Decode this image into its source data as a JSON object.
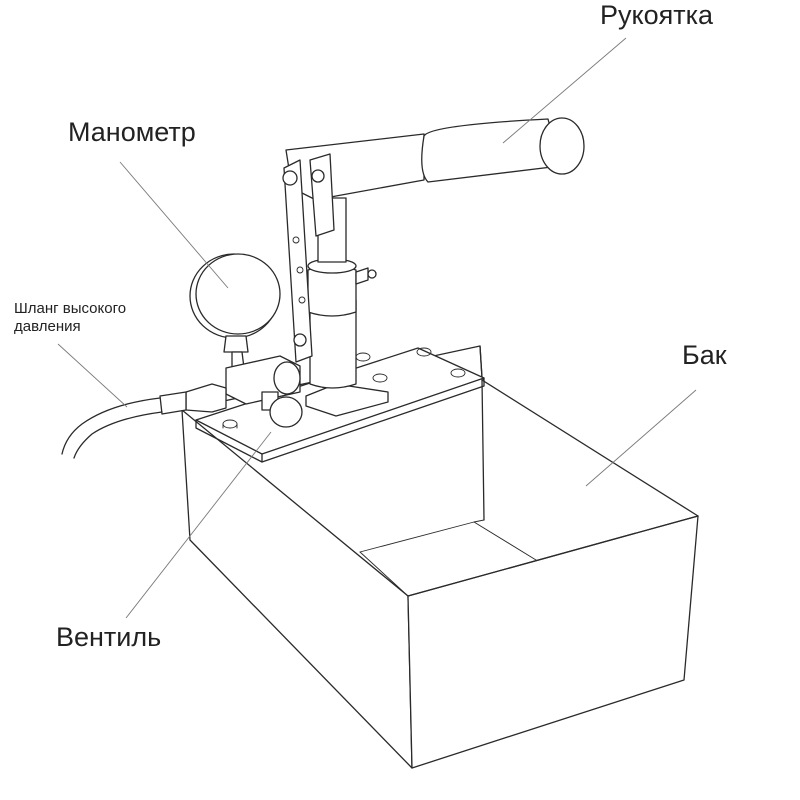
{
  "labels": {
    "handle": "Рукоятка",
    "gauge": "Манометр",
    "hose_line1": "Шланг высокого",
    "hose_line2": "давления",
    "tank": "Бак",
    "valve": "Вентиль"
  },
  "colors": {
    "line": "#2a2a2a",
    "leader": "#7a7a7a",
    "background": "#ffffff"
  }
}
